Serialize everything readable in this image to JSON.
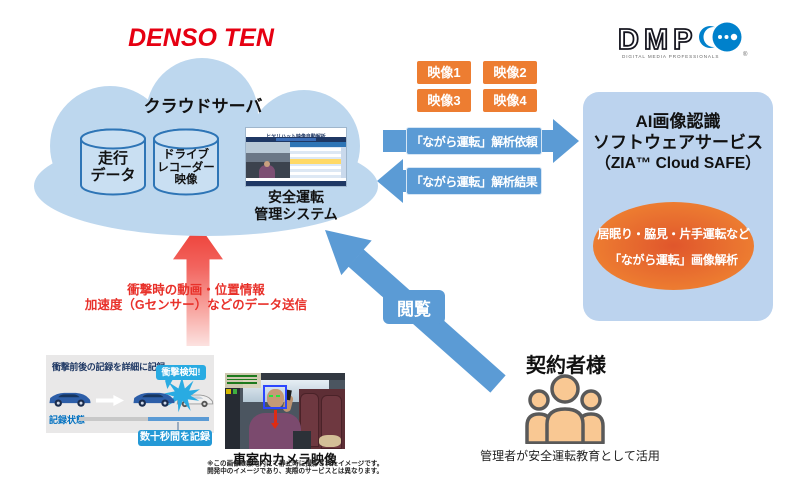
{
  "header": {
    "denso_logo": "DENSO TEN",
    "dmp_logo": {
      "text": "DMP",
      "caption": "DIGITAL MEDIA PROFESSIONALS",
      "mark": "®"
    }
  },
  "cloud": {
    "title": "クラウドサーバ",
    "cylinders": [
      {
        "lines": [
          "走行",
          "データ"
        ]
      },
      {
        "lines": [
          "ドライブ",
          "レコーダー",
          "映像"
        ]
      }
    ],
    "dashboard": {
      "window_title": "ヒヤリハット映像自動解析",
      "caption_lines": [
        "安全運転",
        "管理システム"
      ]
    }
  },
  "flow": {
    "video_chips": [
      "映像1",
      "映像2",
      "映像3",
      "映像4"
    ],
    "request_label": "「ながら運転」解析依頼",
    "result_label": "「ながら運転」解析結果",
    "view_label": "閲覧",
    "upload_lines": [
      "衝撃時の動画・位置情報",
      "加速度（Gセンサー）などのデータ送信"
    ]
  },
  "ai_service": {
    "title_lines": [
      "AI画像認識",
      "ソフトウェアサービス",
      "（ZIA™ Cloud SAFE）"
    ],
    "analysis_lines": [
      "居眠り・脇見・片手運転など",
      "「ながら運転」画像解析"
    ]
  },
  "recorder": {
    "panel_title": "衝撃前後の記録を詳細に記録",
    "impact_label": "衝撃検知!",
    "record_state_label": "記録状態",
    "duration_label": "数十秒間を記録"
  },
  "camera": {
    "caption": "車室内カメラ映像",
    "disclaimer_lines": [
      "※この画像は敷地内にて静止時に撮影されたイメージです。",
      "開発中のイメージであり、実際のサービスとは異なります。"
    ]
  },
  "subscriber": {
    "title": "契約者様",
    "caption": "管理者が安全運転教育として活用"
  },
  "colors": {
    "cloud_blue": "#BDD7EE",
    "arrow_blue": "#5B9BD5",
    "orange": "#ED7D31",
    "brand_red": "#E60012",
    "alert_red": "#E8312A",
    "navy": "#1F3864",
    "dmp_blue": "#0081CC",
    "cyan": "#29ABE2",
    "people_fill": "#F9C893"
  }
}
